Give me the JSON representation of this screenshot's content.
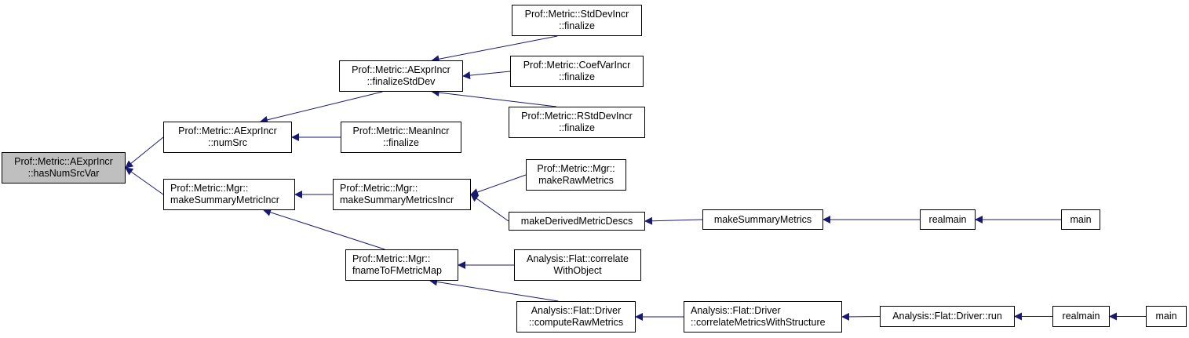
{
  "diagram": {
    "type": "caller-graph",
    "edge_color": "#191970",
    "root_fill": "#bfbfbf",
    "nodes": [
      {
        "id": "hasNumSrcVar",
        "lines": [
          "Prof::Metric::AExprIncr",
          "::hasNumSrcVar"
        ],
        "root": true
      },
      {
        "id": "numSrc",
        "lines": [
          "Prof::Metric::AExprIncr",
          "::numSrc"
        ]
      },
      {
        "id": "makeSummaryMetricIncr",
        "lines": [
          "Prof::Metric::Mgr::",
          "makeSummaryMetricIncr"
        ]
      },
      {
        "id": "finalizeStdDev",
        "lines": [
          "Prof::Metric::AExprIncr",
          "::finalizeStdDev"
        ]
      },
      {
        "id": "MeanIncr_finalize",
        "lines": [
          "Prof::Metric::MeanIncr",
          "::finalize"
        ]
      },
      {
        "id": "StdDevIncr_finalize",
        "lines": [
          "Prof::Metric::StdDevIncr",
          "::finalize"
        ]
      },
      {
        "id": "CoefVarIncr_finalize",
        "lines": [
          "Prof::Metric::CoefVarIncr",
          "::finalize"
        ]
      },
      {
        "id": "RStdDevIncr_finalize",
        "lines": [
          "Prof::Metric::RStdDevIncr",
          "::finalize"
        ]
      },
      {
        "id": "makeSummaryMetricsIncr",
        "lines": [
          "Prof::Metric::Mgr::",
          "makeSummaryMetricsIncr"
        ]
      },
      {
        "id": "fnameToFMetricMap",
        "lines": [
          "Prof::Metric::Mgr::",
          "fnameToFMetricMap"
        ]
      },
      {
        "id": "makeRawMetrics",
        "lines": [
          "Prof::Metric::Mgr::",
          "makeRawMetrics"
        ]
      },
      {
        "id": "makeDerivedMetricDescs",
        "lines": [
          "makeDerivedMetricDescs"
        ]
      },
      {
        "id": "makeSummaryMetrics",
        "lines": [
          "makeSummaryMetrics"
        ]
      },
      {
        "id": "realmain_1",
        "lines": [
          "realmain"
        ]
      },
      {
        "id": "main_1",
        "lines": [
          "main"
        ]
      },
      {
        "id": "correlateWithObject",
        "lines": [
          "Analysis::Flat::correlate",
          "WithObject"
        ]
      },
      {
        "id": "computeRawMetrics",
        "lines": [
          "Analysis::Flat::Driver",
          "::computeRawMetrics"
        ]
      },
      {
        "id": "correlateMetricsWithStructure",
        "lines": [
          "Analysis::Flat::Driver",
          "::correlateMetricsWithStructure"
        ]
      },
      {
        "id": "Driver_run",
        "lines": [
          "Analysis::Flat::Driver::run"
        ]
      },
      {
        "id": "realmain_2",
        "lines": [
          "realmain"
        ]
      },
      {
        "id": "main_2",
        "lines": [
          "main"
        ]
      }
    ],
    "edges": [
      {
        "from": "numSrc",
        "to": "hasNumSrcVar"
      },
      {
        "from": "makeSummaryMetricIncr",
        "to": "hasNumSrcVar"
      },
      {
        "from": "finalizeStdDev",
        "to": "numSrc"
      },
      {
        "from": "MeanIncr_finalize",
        "to": "numSrc"
      },
      {
        "from": "StdDevIncr_finalize",
        "to": "finalizeStdDev"
      },
      {
        "from": "CoefVarIncr_finalize",
        "to": "finalizeStdDev"
      },
      {
        "from": "RStdDevIncr_finalize",
        "to": "finalizeStdDev"
      },
      {
        "from": "makeSummaryMetricsIncr",
        "to": "makeSummaryMetricIncr"
      },
      {
        "from": "fnameToFMetricMap",
        "to": "makeSummaryMetricIncr"
      },
      {
        "from": "makeRawMetrics",
        "to": "makeSummaryMetricsIncr"
      },
      {
        "from": "makeDerivedMetricDescs",
        "to": "makeSummaryMetricsIncr"
      },
      {
        "from": "makeSummaryMetrics",
        "to": "makeDerivedMetricDescs"
      },
      {
        "from": "realmain_1",
        "to": "makeSummaryMetrics"
      },
      {
        "from": "main_1",
        "to": "realmain_1"
      },
      {
        "from": "correlateWithObject",
        "to": "fnameToFMetricMap"
      },
      {
        "from": "computeRawMetrics",
        "to": "fnameToFMetricMap"
      },
      {
        "from": "correlateMetricsWithStructure",
        "to": "computeRawMetrics"
      },
      {
        "from": "Driver_run",
        "to": "correlateMetricsWithStructure"
      },
      {
        "from": "realmain_2",
        "to": "Driver_run"
      },
      {
        "from": "main_2",
        "to": "realmain_2"
      }
    ]
  }
}
